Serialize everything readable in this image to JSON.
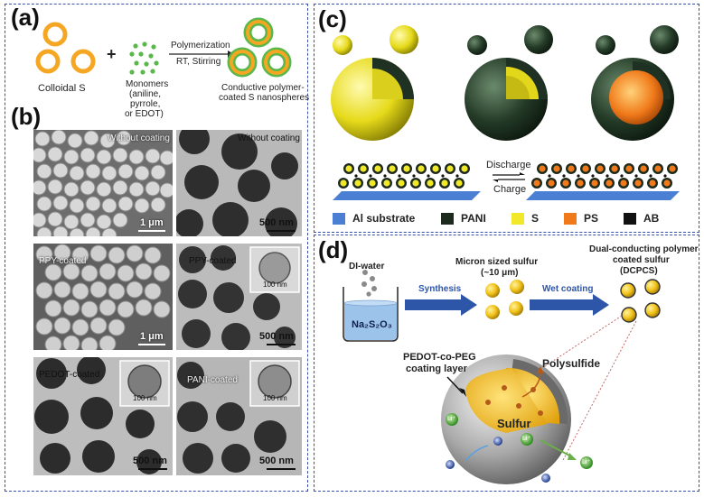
{
  "panels": {
    "a": "(a)",
    "b": "(b)",
    "c": "(c)",
    "d": "(d)"
  },
  "panel_a": {
    "colloidal_s": "Colloidal S",
    "plus": "+",
    "monomers_l1": "Monomers",
    "monomers_l2": "(aniline,",
    "monomers_l3": "pyrrole,",
    "monomers_l4": "or EDOT)",
    "arrow_top": "Polymerization",
    "arrow_bottom": "RT, Stirring",
    "product_l1": "Conductive polymer-",
    "product_l2": "coated S nanospheres"
  },
  "panel_b": {
    "img1_label": "Without coating",
    "img1_scale": "1 μm",
    "img2_label": "Without coating",
    "img2_scale": "500 nm",
    "img3_label": "PPY-coated",
    "img3_scale": "1 μm",
    "img4_label": "PPY-coated",
    "img4_inset_scale": "100 nm",
    "img4_scale": "500 nm",
    "img5_label": "PEDOT-coated",
    "img5_inset_scale": "100 nm",
    "img5_scale": "500 nm",
    "img6_label": "PANI-coated",
    "img6_inset_scale": "100 nm",
    "img6_scale": "500 nm"
  },
  "panel_c": {
    "discharge": "Discharge",
    "charge": "Charge",
    "legend": [
      {
        "label": "Al substrate",
        "color": "#4a7fd4"
      },
      {
        "label": "PANI",
        "color": "#1c2a1e"
      },
      {
        "label": "S",
        "color": "#f2e82a"
      },
      {
        "label": "PS",
        "color": "#f07a1a"
      },
      {
        "label": "AB",
        "color": "#111111"
      }
    ]
  },
  "panel_d": {
    "di_water": "DI-water",
    "beaker_label": "Na₂S₂O₃",
    "synthesis": "Synthesis",
    "micron_l1": "Micron sized sulfur",
    "micron_l2": "(~10 μm)",
    "wet_coating": "Wet coating",
    "dcpcs_l1": "Dual-conducting polymer",
    "dcpcs_l2": "coated sulfur",
    "dcpcs_l3": "(DCPCS)",
    "coating_l1": "PEDOT-co-PEG",
    "coating_l2": "coating layer",
    "polysulfide": "Polysulfide",
    "sulfur": "Sulfur",
    "li_ion": "Li⁺"
  },
  "colors": {
    "border": "#3a4fa8",
    "sulfur_orange": "#f5a623",
    "polymer_green": "#5ab84b",
    "arrow_blue": "#2d55a8"
  }
}
